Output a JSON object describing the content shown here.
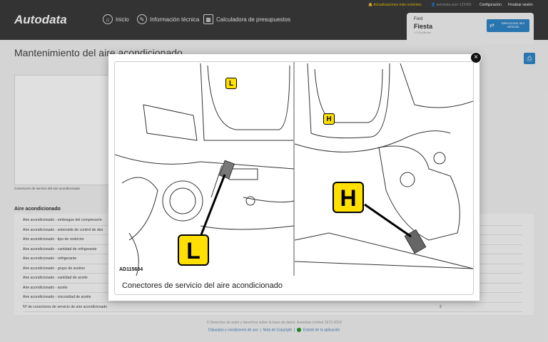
{
  "header": {
    "logo": "Autodata",
    "nav": [
      {
        "label": "Inicio",
        "icon": "home-icon"
      },
      {
        "label": "Información técnica",
        "icon": "wrench-icon"
      },
      {
        "label": "Calculadora de presupuestos",
        "icon": "calculator-icon"
      }
    ],
    "updates": "Actualizaciones más recientes",
    "user": "autodata.user-123456",
    "settings": "Configuración",
    "logout": "Finalizar sesión"
  },
  "vehicle": {
    "make": "Ford",
    "model": "Fiesta",
    "engine": "1.0 EcoBoost",
    "change_button": "Seleccionar otro vehículo"
  },
  "page": {
    "title": "Mantenimiento del aire acondicionado",
    "thumb_caption": "Conectores de servicio del aire acondicionado",
    "section": "Aire acondicionado",
    "rows": [
      {
        "label": "Aire acondicionado - embrague del compresor/e",
        "value": ""
      },
      {
        "label": "Aire acondicionado - solenoide de control de des",
        "value": ""
      },
      {
        "label": "Aire acondicionado - tipo de restrictor",
        "value": ""
      },
      {
        "label": "Aire acondicionado - cantidad de refrigerante",
        "value": ""
      },
      {
        "label": "Aire acondicionado - refrigerante",
        "value": ""
      },
      {
        "label": "Aire acondicionado - grupo de aceites",
        "value": ""
      },
      {
        "label": "Aire acondicionado - cantidad de aceite",
        "value": ""
      },
      {
        "label": "Aire acondicionado - aceite",
        "value": ""
      },
      {
        "label": "Aire acondicionado - viscosidad de aceite",
        "value": ""
      },
      {
        "label": "Nº de conectores de servicio de aire acondicionado",
        "value": "2"
      }
    ]
  },
  "footer": {
    "copyright": "© Derechos de autor y derechos sobre la base de datos: Autodata Limited 1972-2018",
    "terms": "Cláusulas y condiciones de uso",
    "copyright_note": "Nota de Copyright",
    "status": "Estado de la aplicación",
    "status_color": "#1a9a2a"
  },
  "modal": {
    "image_code": "AD115684",
    "caption": "Conectores de servicio del aire acondicionado",
    "labels": {
      "low": "L",
      "high": "H"
    },
    "badge_color": "#ffe000"
  }
}
